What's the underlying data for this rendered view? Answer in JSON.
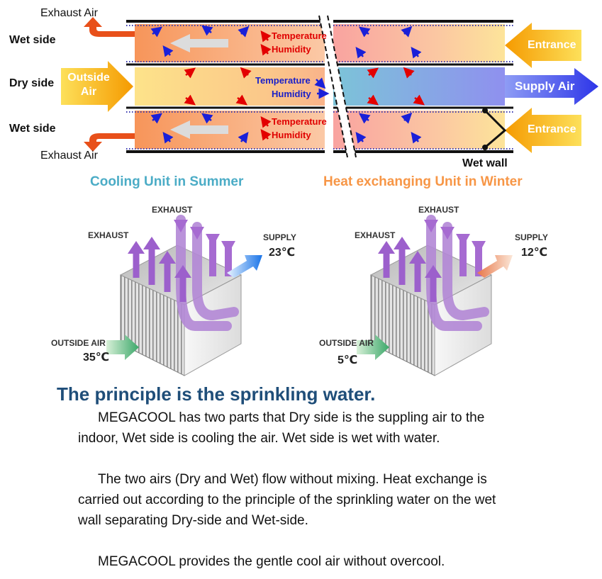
{
  "top_diagram": {
    "exhaust_air_top": "Exhaust Air",
    "exhaust_air_bottom": "Exhaust Air",
    "wet_side_top": "Wet side",
    "dry_side": "Dry side",
    "wet_side_bottom": "Wet side",
    "outside_air": "Outside Air",
    "supply_air": "Supply Air",
    "entrance_top": "Entrance",
    "entrance_bottom": "Entrance",
    "wet_wall": "Wet wall",
    "temperature": "Temperature",
    "humidity": "Humidity",
    "colors": {
      "wet_channel": "#f8a36a",
      "dry_channel": "#fde79a",
      "dry_cool": "#8fa8f5",
      "arrow_orange": "#f5a300",
      "arrow_red": "#e8501a",
      "arrow_blue": "#2d35e8"
    }
  },
  "captions": {
    "summer": "Cooling Unit in Summer",
    "winter": "Heat exchanging Unit in Winter",
    "summer_color": "#4bacc6",
    "winter_color": "#f79646"
  },
  "units": {
    "summer": {
      "exhaust_top": "EXHAUST",
      "exhaust_left": "EXHAUST",
      "supply": "SUPPLY",
      "supply_temp": "23℃",
      "outside": "OUTSIDE AIR",
      "outside_temp": "35℃"
    },
    "winter": {
      "exhaust_top": "EXHAUST",
      "exhaust_left": "EXHAUST",
      "supply": "SUPPLY",
      "supply_temp": "12℃",
      "outside": "OUTSIDE AIR",
      "outside_temp": "5℃"
    }
  },
  "text": {
    "heading": "The principle is the sprinkling water.",
    "p1": "MEGACOOL has two parts that Dry side is the suppling air to the indoor, Wet side is cooling the air.  Wet side is wet with water.",
    "p2": "The two airs (Dry and Wet) flow without mixing.  Heat exchange is carried out according to the principle of the sprinkling water on the wet wall separating Dry-side and Wet-side.",
    "p3": "MEGACOOL provides the gentle cool air without overcool."
  }
}
